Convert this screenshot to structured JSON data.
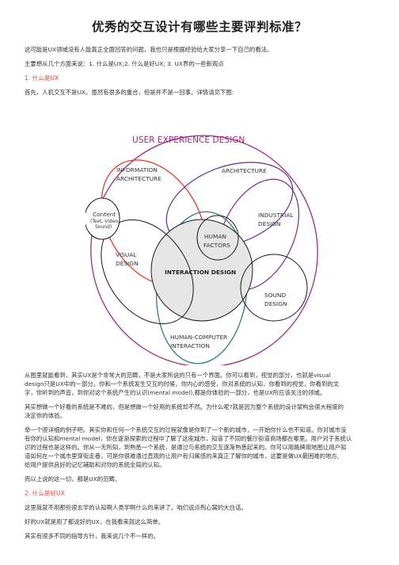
{
  "title": "优秀的交互设计有哪些主要评判标准？",
  "intro": {
    "line1": "这可能是UX领域没有人能真正全面回答的问题，我也只是根据经验给大家分享一下自己的看法。",
    "line2": "主要想从几个方面来说：1. 什么是UX;2. 什么是好UX; 3. UX界的一些新观点"
  },
  "section1": {
    "heading": "1. 什么是UX",
    "lead": "首先，人机交互不是UX。虽然有很多的重合，但是并不是一回事。详情请见下图:"
  },
  "diagram": {
    "title": "USER EXPERIENCE DESIGN",
    "labels": {
      "information_1": "INFORMATION",
      "information_2": "ARCHITECTURE",
      "architecture": "ARCHITECTURE",
      "content": "Content",
      "content_sub1": "(Text, Video,",
      "content_sub2": "Sound)",
      "industrial_1": "INDUSTRIAL",
      "industrial_2": "DESIGN",
      "human_1": "HUMAN",
      "human_2": "FACTORS",
      "visual_1": "VISUAL",
      "visual_2": "DESIGN",
      "interaction": "INTERACTION DESIGN",
      "sound_1": "SOUND",
      "sound_2": "DESIGN",
      "hci_1": "HUMAN-COMPUTER",
      "hci_2": "INTERACTION"
    },
    "colors": {
      "ux_outline": "#9b2a86",
      "ia_outline": "#e23a2e",
      "arch_outline": "#6c2b8e",
      "industrial_outline": "#7a2d8a",
      "hci_outline": "#2f7c7c",
      "interaction_fill": "#e6e6e6",
      "black_outline": "#1a1a1a"
    }
  },
  "body": {
    "p1_l1": "从图里就能看到，其实UX是个非常大的范畴，不是大家所说的只有一个界面。你可以看到，视觉的部分，也就是visual",
    "p1_l2": "design只是UX中的一部分。你和一个系统发生交互的时候，你内心的感受，你对系统的认知，你看到的视觉，你看到的文",
    "p1_l3": "字，你听到的声音，到你对这个系统产生的认识(mental model),都是你体验的一部分，也是UX所应该关注的领域。",
    "p2_l1": "其实想做一个好看的系统是不难的，但是想做一个好用的系统却不然。为什么呢?就是因为整个系统的设计架构会很大程度的",
    "p2_l2": "决定你的体验。",
    "p3_l1": "举一个很详细的例子吧。其实你和任何一个系统交互的过程就像是你到了一个新的城市，一开始你什么也不知道。你对城市没",
    "p3_l2": "有你的认知和mental model，你在逐渐探索的过程中了解了这座城市，知道了不同的餐厅街道商场都在哪里。用户对于系统认",
    "p3_l3": "识的过程也是这样的。你从一无所知，到熟悉一个系统，是通过与系统的交互逐渐熟悉起来的。你可以用路牌用地图让用户知",
    "p3_l4": "道如何在一个城市里穿街走巷，可是你很难通过直观的让用户有归属感的来真正了解你的城市，这要是做UX最困难的地方,",
    "p3_l5": "给用户提供良好的记忆辅助和对你的系统全局的认知。",
    "p4": "而以上说的这一切，都是UX的范畴。"
  },
  "section2": {
    "heading": "2. 什么是好UX",
    "p1": "这里我就不用那些很玄学的认知啊人类学啊什么的来讲了。咱们说点掏心窝的大白话。",
    "p2": "好的UX就是用了都说好的UX，在我看来就这么简单。",
    "p3": "其实有很多不同的指导方针，我来说几个不一样的。"
  }
}
